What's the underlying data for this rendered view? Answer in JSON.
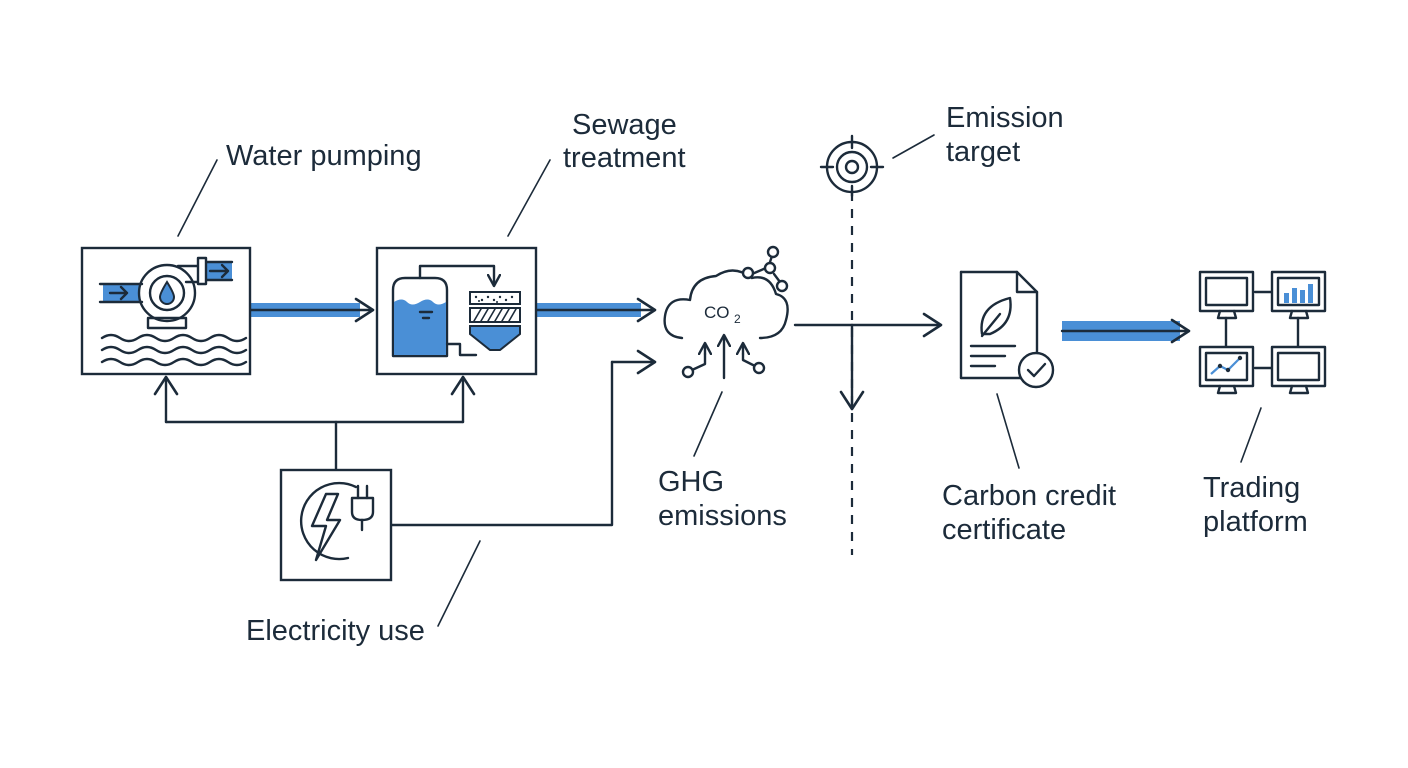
{
  "labels": {
    "water_pumping": "Water pumping",
    "sewage_line1": "Sewage",
    "sewage_line2": "treatment",
    "electricity": "Electricity use",
    "ghg_line1": "GHG",
    "ghg_line2": "emissions",
    "target_line1": "Emission",
    "target_line2": "target",
    "certificate_line1": "Carbon credit",
    "certificate_line2": "certificate",
    "trading_line1": "Trading",
    "trading_line2": "platform",
    "co2_main": "CO",
    "co2_sub": "2"
  },
  "colors": {
    "ink": "#1c2b3a",
    "accent_blue": "#4a8fd6",
    "background": "#ffffff"
  },
  "icons": [
    "pump-icon",
    "treatment-tank-icon",
    "electricity-plug-icon",
    "co2-cloud-icon",
    "target-icon",
    "certificate-icon",
    "trading-monitors-icon"
  ]
}
